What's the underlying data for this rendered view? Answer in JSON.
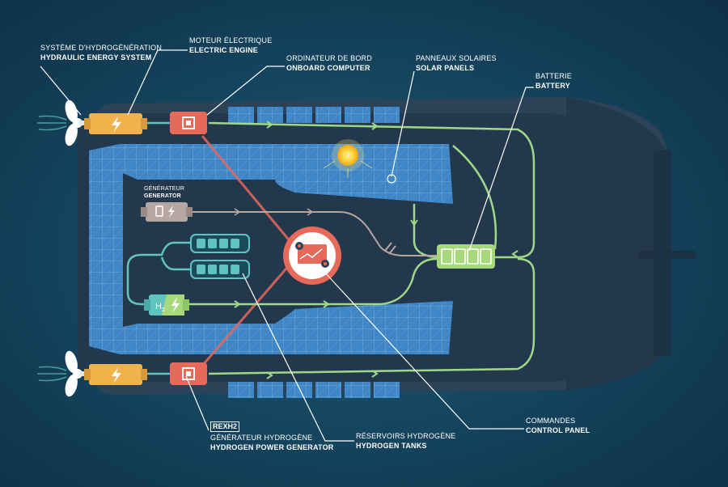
{
  "labels": {
    "hydraulic": {
      "fr": "SYSTÈME D'HYDROGÉNÉRATION",
      "en": "HYDRAULIC ENERGY SYSTEM"
    },
    "engine": {
      "fr": "MOTEUR ÉLECTRIQUE",
      "en": "ELECTRIC ENGINE"
    },
    "computer": {
      "fr": "ORDINATEUR DE BORD",
      "en": "ONBOARD COMPUTER"
    },
    "solar": {
      "fr": "PANNEAUX SOLAIRES",
      "en": "SOLAR PANELS"
    },
    "battery": {
      "fr": "BATTERIE",
      "en": "BATTERY"
    },
    "generator": {
      "fr": "GÉNÉRATEUR",
      "en": "GENERATOR"
    },
    "rexh2": {
      "badge": "REXH2",
      "fr": "GÉNÉRATEUR HYDROGÈNE",
      "en": "HYDROGEN POWER GENERATOR"
    },
    "tanks": {
      "fr": "RÉSERVOIRS HYDROGÈNE",
      "en": "HYDROGEN TANKS"
    },
    "control": {
      "fr": "COMMANDES",
      "en": "CONTROL PANEL"
    }
  },
  "h2_symbol": "H",
  "h2_subscript": "2",
  "colors": {
    "background": "#174a64",
    "hull": "#2b3f52",
    "solar_panel": "#3f86c6",
    "power_line": "#9fd88a",
    "hydrogen_line": "#5fc4bf",
    "generator_line": "#b8a7a0",
    "data_line": "#e7695a",
    "engine": "#f0b24a",
    "computer": "#e7695a",
    "battery": "#a7d97c",
    "generator": "#b8a7a0"
  },
  "icons": [
    "propeller-icon",
    "lightning-icon",
    "chip-icon",
    "sun-icon",
    "gear-icon",
    "fuel-pump-icon",
    "battery-icon",
    "tank-icon"
  ]
}
